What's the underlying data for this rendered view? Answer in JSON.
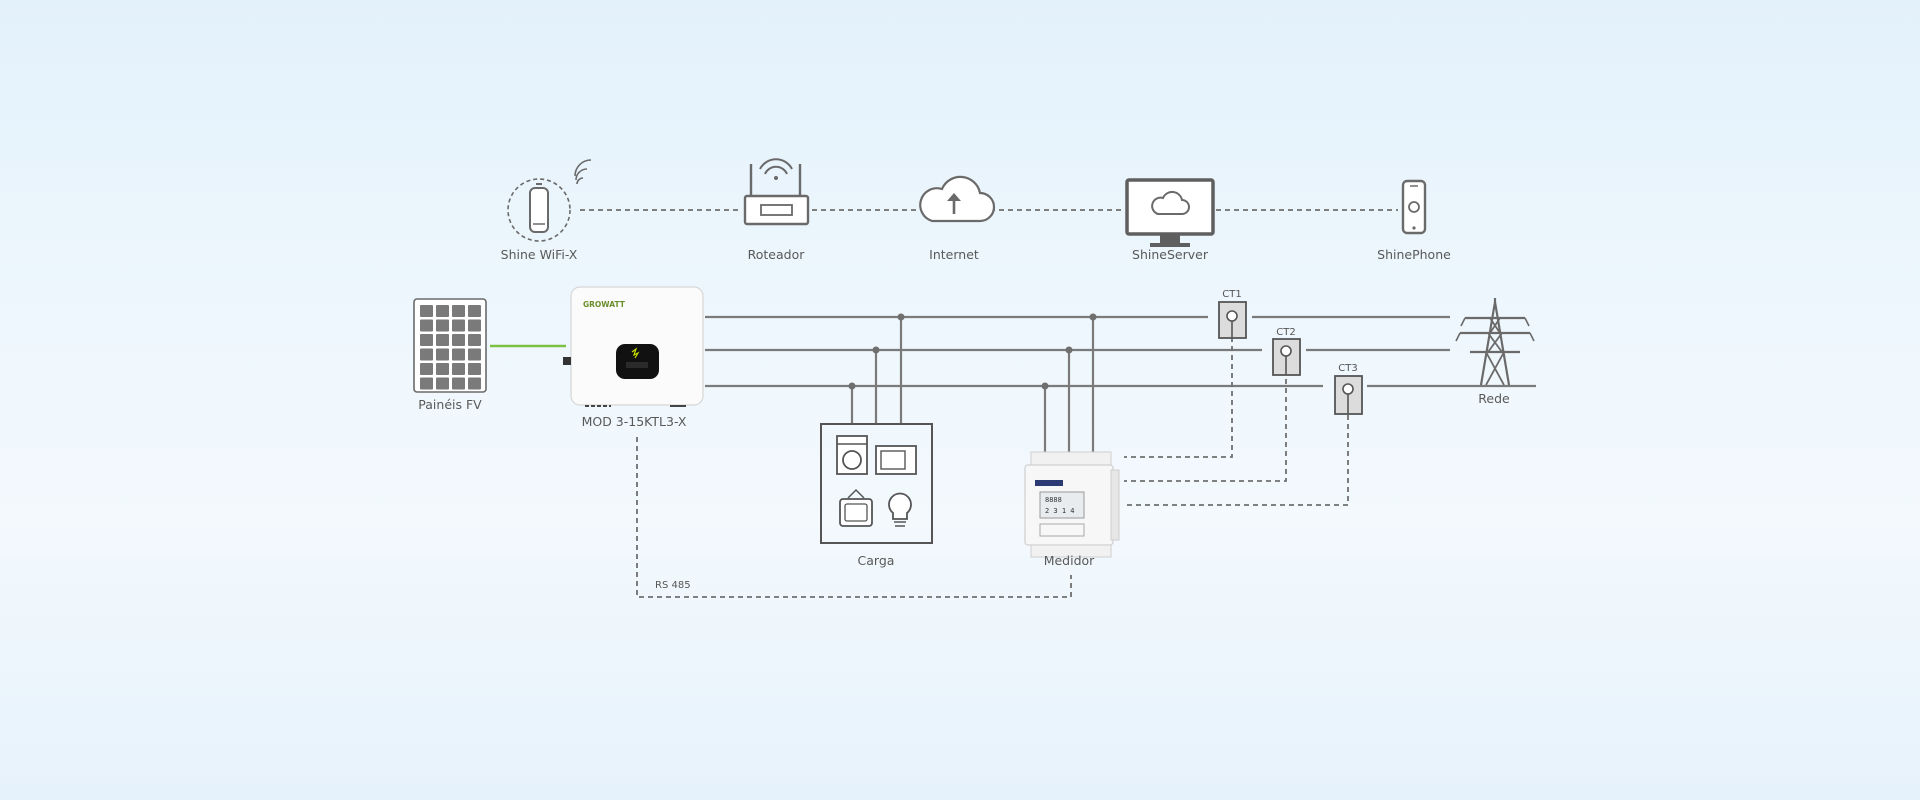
{
  "nodes": {
    "shine_wifi": "Shine WiFi-X",
    "router": "Roteador",
    "internet": "Internet",
    "shine_server": "ShineServer",
    "shine_phone": "ShinePhone",
    "pv_panels": "Painéis FV",
    "inverter": "MOD 3-15KTL3-X",
    "inverter_brand": "GROWATT",
    "load": "Carga",
    "meter": "Medidor",
    "grid": "Rede",
    "rs485": "RS 485",
    "ct1": "CT1",
    "ct2": "CT2",
    "ct3": "CT3"
  },
  "colors": {
    "line": "#7a7a7a",
    "pv_link": "#7cc242",
    "background": "#eaf5fc"
  },
  "icons": [
    "wifi-dongle-icon",
    "router-icon",
    "cloud-upload-icon",
    "monitor-cloud-icon",
    "smartphone-icon",
    "solar-panel-icon",
    "inverter-icon",
    "appliances-icon",
    "energy-meter-icon",
    "transmission-tower-icon",
    "current-transformer-icon"
  ]
}
